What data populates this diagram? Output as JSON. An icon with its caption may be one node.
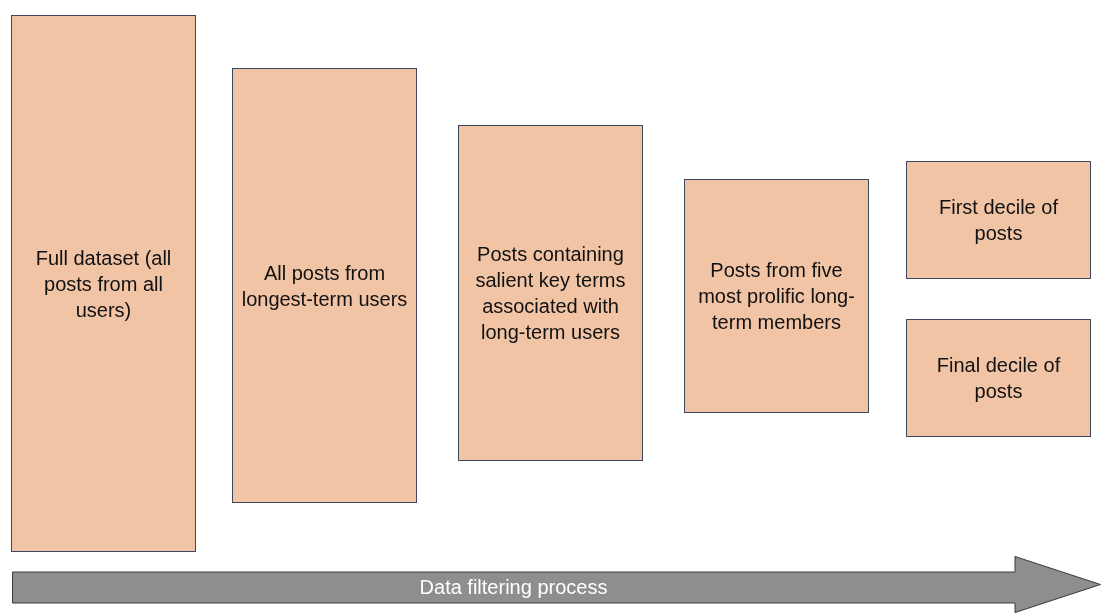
{
  "diagram": {
    "nodes": [
      {
        "text": [
          "Full dataset (all posts from all users)"
        ]
      },
      {
        "text": [
          "All posts from longest-term users"
        ]
      },
      {
        "text": [
          "Posts containing salient key terms associated with long-term users"
        ]
      },
      {
        "text": [
          "Posts from five most prolific long-term members"
        ]
      },
      {
        "text": [
          "First decile of posts"
        ]
      },
      {
        "text": [
          "Final decile of posts"
        ]
      },
      {
        "text": [
          "Data filtering process"
        ]
      }
    ]
  }
}
